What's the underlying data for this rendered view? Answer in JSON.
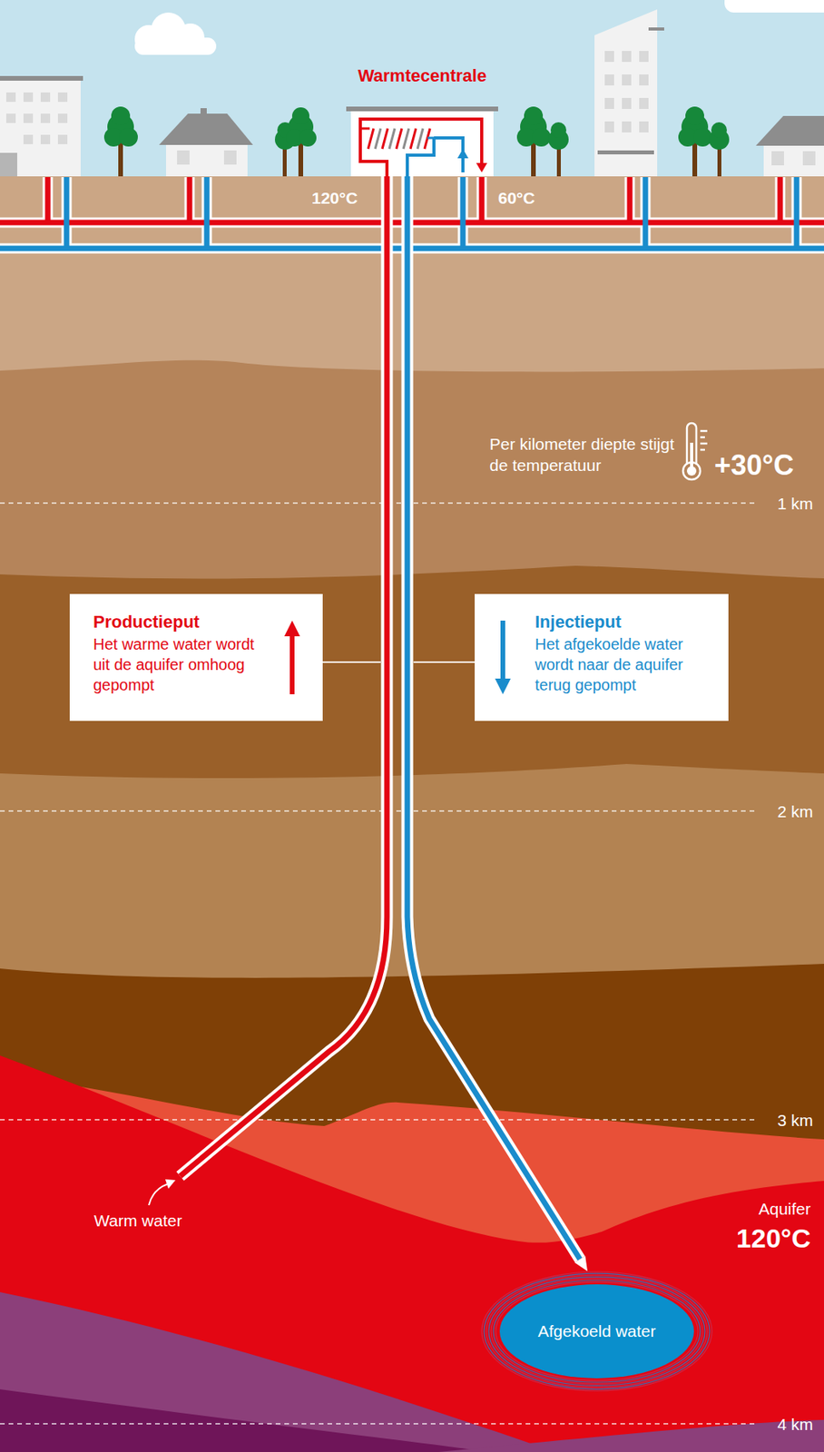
{
  "diagram": {
    "nodes": [
      {
        "text": [
          "Warmtecentrale"
        ]
      },
      {
        "text": [
          "Productieput",
          "Het warme water wordt uit de aquifer omhoog gepompt"
        ]
      },
      {
        "text": [
          "Injectieput",
          "Het afgekoelde water wordt naar de aquifer terug gepompt"
        ]
      },
      {
        "text": [
          "Afgekoeld water"
        ]
      }
    ],
    "edges": [
      {
        "from": 0,
        "to": 3,
        "arrow": "to"
      }
    ],
    "labels": [
      "120°C",
      "60°C",
      "Per kilometer diepte stijgt de temperatuur",
      "+30°C",
      "1 km",
      "2 km",
      "3 km",
      "Warm water",
      "Aquifer",
      "120°C",
      "4 km"
    ]
  }
}
